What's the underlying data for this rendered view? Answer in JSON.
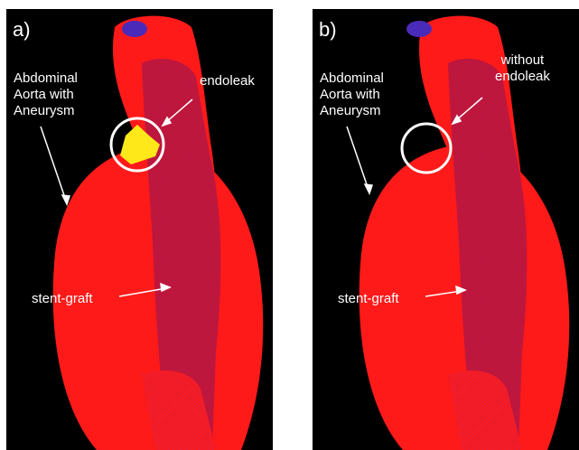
{
  "panels": [
    {
      "id": "a",
      "label": "a)",
      "aorta_label": "Abdominal\nAorta with\nAneurysm",
      "leak_label": "endoleak",
      "stent_label": "stent-graft",
      "endoleak_visible": true
    },
    {
      "id": "b",
      "label": "b)",
      "aorta_label": "Abdominal\nAorta with\nAneurysm",
      "leak_label": "without\nendoleak",
      "stent_label": "stent-graft",
      "endoleak_visible": false
    }
  ],
  "colors": {
    "background": "#000000",
    "aorta": "#ff1a1a",
    "stent": "#7a2fb5",
    "endoleak": "#ffe81a",
    "annotation": "#ffffff"
  }
}
